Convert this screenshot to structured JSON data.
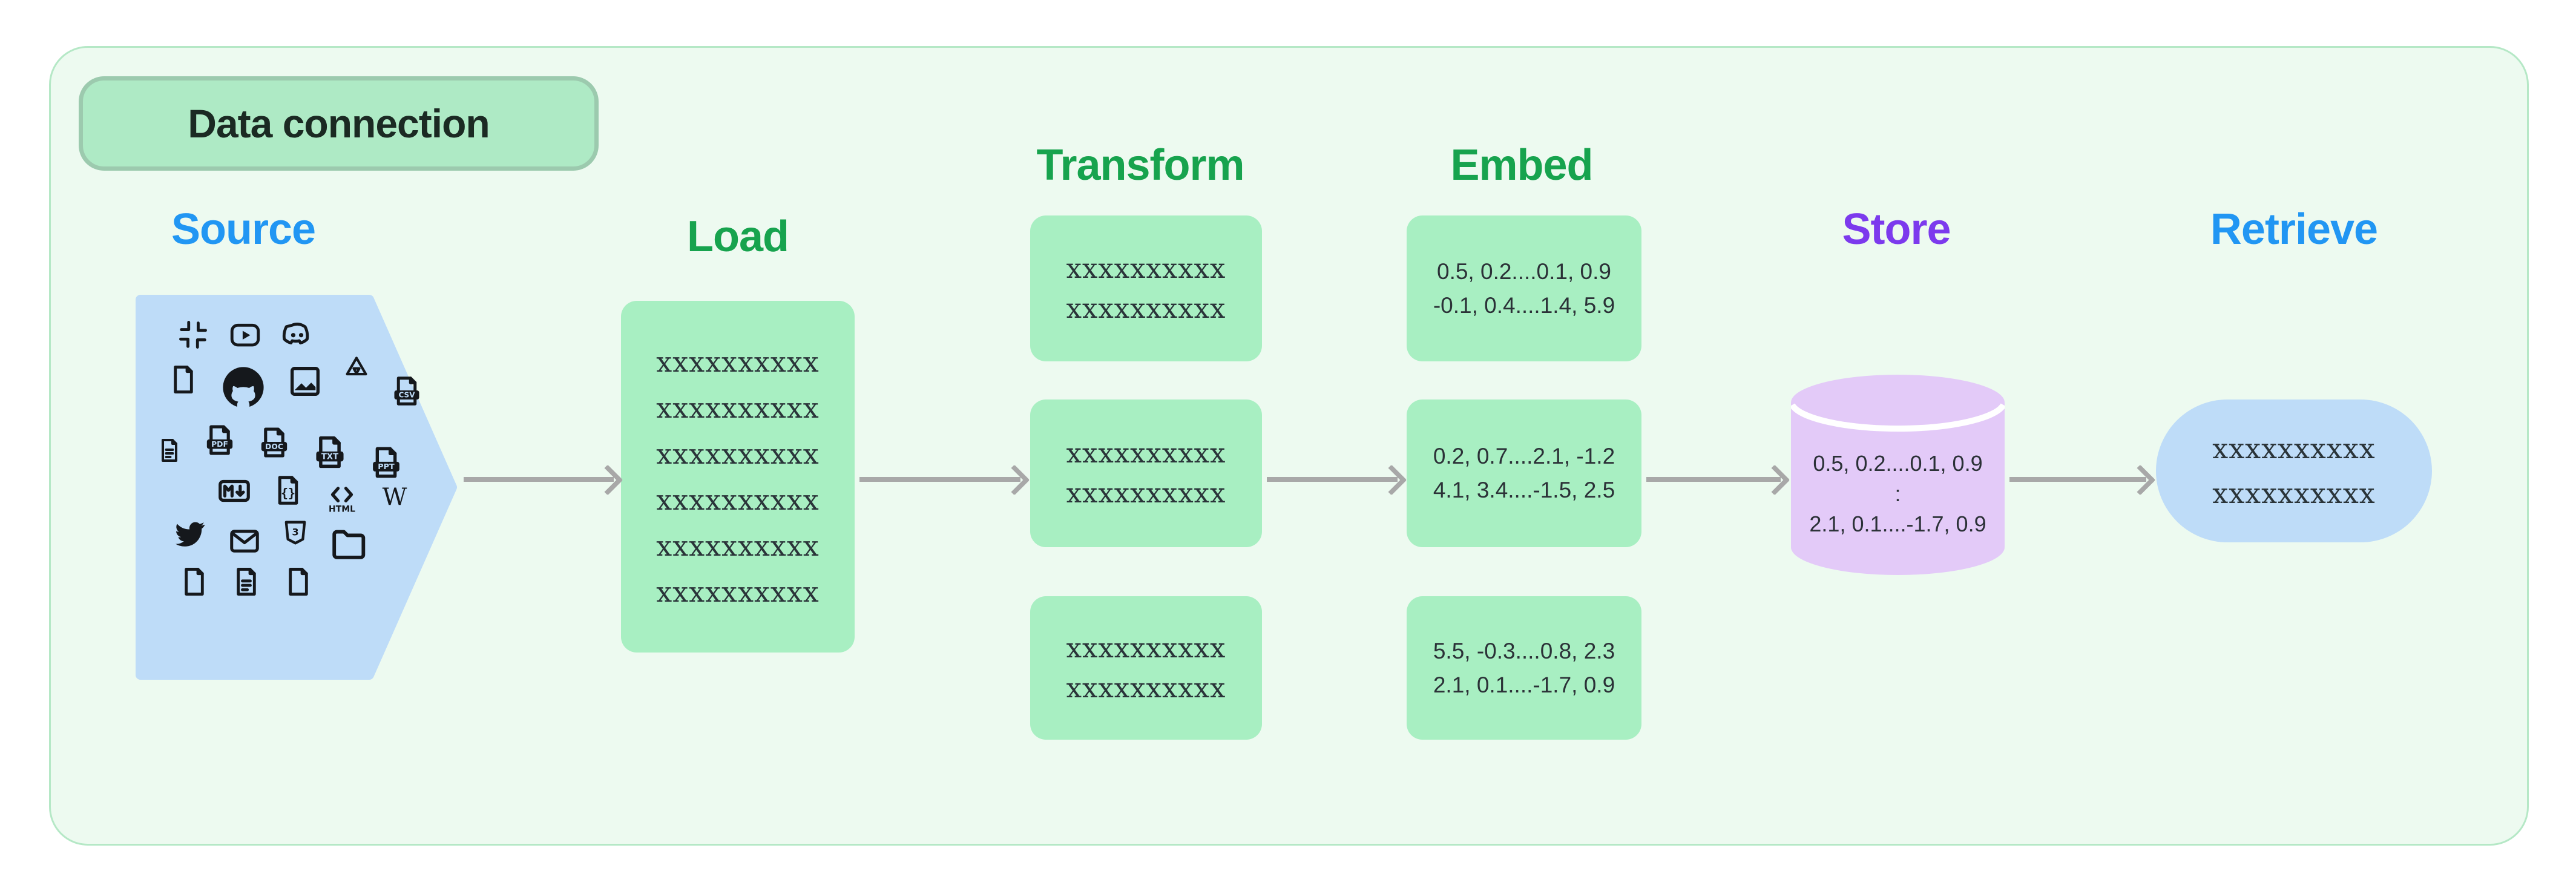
{
  "badge": {
    "label": "Data connection"
  },
  "colors": {
    "green-heading": "#17a34e",
    "blue-heading": "#2196f3",
    "purple-heading": "#7c3aed",
    "box-green": "#a8efc2",
    "box-blue": "#bedcf8",
    "cyl-purple": "#e3caf8",
    "badge-fill": "#aeeac5",
    "badge-border": "#9ccaae",
    "canvas-fill": "#edfaf0",
    "canvas-border": "#b5e8c6",
    "arrow-gray": "#a8a8a8",
    "ink": "#15181c"
  },
  "columns": {
    "source": {
      "title": "Source",
      "icon_rows": [
        [
          "slack-icon",
          "youtube-icon",
          "discord-icon"
        ],
        [
          "file-icon",
          "github-icon",
          "image-icon",
          "google-drive-icon",
          "csv-file-icon"
        ],
        [
          "file-lines-icon",
          "pdf-file-icon",
          "doc-file-icon",
          "txt-file-icon",
          "ppt-file-icon"
        ],
        [
          "markdown-icon",
          "json-file-icon",
          "html-icon",
          "wikipedia-icon"
        ],
        [
          "twitter-icon",
          "email-icon",
          "css-shield-icon",
          "folder-icon"
        ],
        [
          "file-icon",
          "file-lines-icon",
          "file-icon"
        ]
      ],
      "file_labels": {
        "csv-file-icon": "CSV",
        "pdf-file-icon": "PDF",
        "doc-file-icon": "DOC",
        "txt-file-icon": "TXT",
        "ppt-file-icon": "PPT"
      }
    },
    "load": {
      "title": "Load",
      "rows": [
        "xxxxxxxxxx",
        "xxxxxxxxxx",
        "xxxxxxxxxx",
        "xxxxxxxxxx",
        "xxxxxxxxxx",
        "xxxxxxxxxx"
      ]
    },
    "transform": {
      "title": "Transform",
      "boxes": [
        [
          "xxxxxxxxxx",
          "xxxxxxxxxx"
        ],
        [
          "xxxxxxxxxx",
          "xxxxxxxxxx"
        ],
        [
          "xxxxxxxxxx",
          "xxxxxxxxxx"
        ]
      ]
    },
    "embed": {
      "title": "Embed",
      "boxes": [
        [
          "0.5, 0.2....0.1, 0.9",
          "-0.1, 0.4....1.4, 5.9"
        ],
        [
          "0.2, 0.7....2.1, -1.2",
          "4.1, 3.4....-1.5, 2.5"
        ],
        [
          "5.5, -0.3....0.8, 2.3",
          "2.1, 0.1....-1.7, 0.9"
        ]
      ]
    },
    "store": {
      "title": "Store",
      "db_lines": [
        "0.5, 0.2....0.1, 0.9",
        ":",
        "2.1, 0.1....-1.7, 0.9"
      ]
    },
    "retrieve": {
      "title": "Retrieve",
      "rows": [
        "xxxxxxxxxx",
        "xxxxxxxxxx"
      ]
    }
  }
}
